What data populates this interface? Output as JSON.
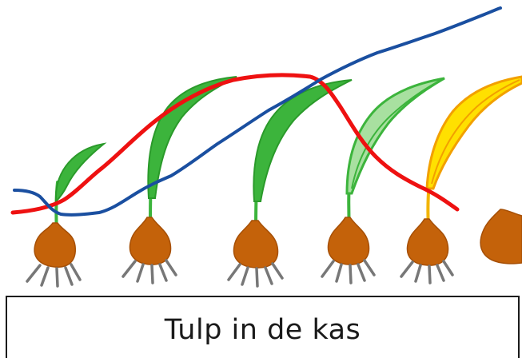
{
  "caption": "Tulp in de kas",
  "colors": {
    "leaf_green": "#3cb43c",
    "leaf_green_dark": "#2a9a2a",
    "leaf_light_green": "#a8e0a0",
    "leaf_yellow": "#ffe000",
    "leaf_orange_edge": "#f2a000",
    "bulb_brown": "#c4620a",
    "root_gray": "#777777",
    "curve_red": "#ee1111",
    "curve_blue": "#1a4fa0"
  },
  "stages": [
    {
      "name": "sprout",
      "leaf_color": "green"
    },
    {
      "name": "growing",
      "leaf_color": "green"
    },
    {
      "name": "mature",
      "leaf_color": "green"
    },
    {
      "name": "fading",
      "leaf_color": "light-green"
    },
    {
      "name": "yellowing",
      "leaf_color": "yellow"
    },
    {
      "name": "dormant-bulb",
      "leaf_color": "none"
    }
  ],
  "curves": [
    {
      "name": "red-curve",
      "color": "curve_red"
    },
    {
      "name": "blue-curve",
      "color": "curve_blue"
    }
  ]
}
